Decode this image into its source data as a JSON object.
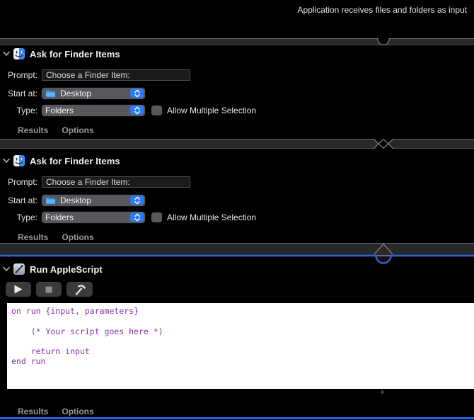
{
  "workflow": {
    "input_description": "Application receives files and folders as input",
    "selection_color": "#2e63e0",
    "script_text_color": "#8a2fa3"
  },
  "actions": [
    {
      "title": "Ask for Finder Items",
      "selected": false,
      "fields": {
        "prompt_label": "Prompt:",
        "prompt_value": "Choose a Finder Item:",
        "start_at_label": "Start at:",
        "start_at_value": "Desktop",
        "type_label": "Type:",
        "type_value": "Folders",
        "allow_multiple_label": "Allow Multiple Selection",
        "allow_multiple_checked": false
      },
      "footer": {
        "results_label": "Results",
        "options_label": "Options"
      }
    },
    {
      "title": "Ask for Finder Items",
      "selected": false,
      "fields": {
        "prompt_label": "Prompt:",
        "prompt_value": "Choose a Finder Item:",
        "start_at_label": "Start at:",
        "start_at_value": "Desktop",
        "type_label": "Type:",
        "type_value": "Folders",
        "allow_multiple_label": "Allow Multiple Selection",
        "allow_multiple_checked": false
      },
      "footer": {
        "results_label": "Results",
        "options_label": "Options"
      }
    },
    {
      "title": "Run AppleScript",
      "selected": true,
      "script": "on run {input, parameters}\n\n    (* Your script goes here *)\n\n    return input\nend run",
      "footer": {
        "results_label": "Results",
        "options_label": "Options"
      }
    }
  ],
  "icons": {
    "disclosure": "chevron-down",
    "action_1": "finder-face",
    "action_3": "applescript-script-pen",
    "popup_stepper": "up-down-chevrons",
    "start_at": "blue-folder",
    "run": "play-triangle",
    "stop": "square",
    "compile": "hammer"
  }
}
